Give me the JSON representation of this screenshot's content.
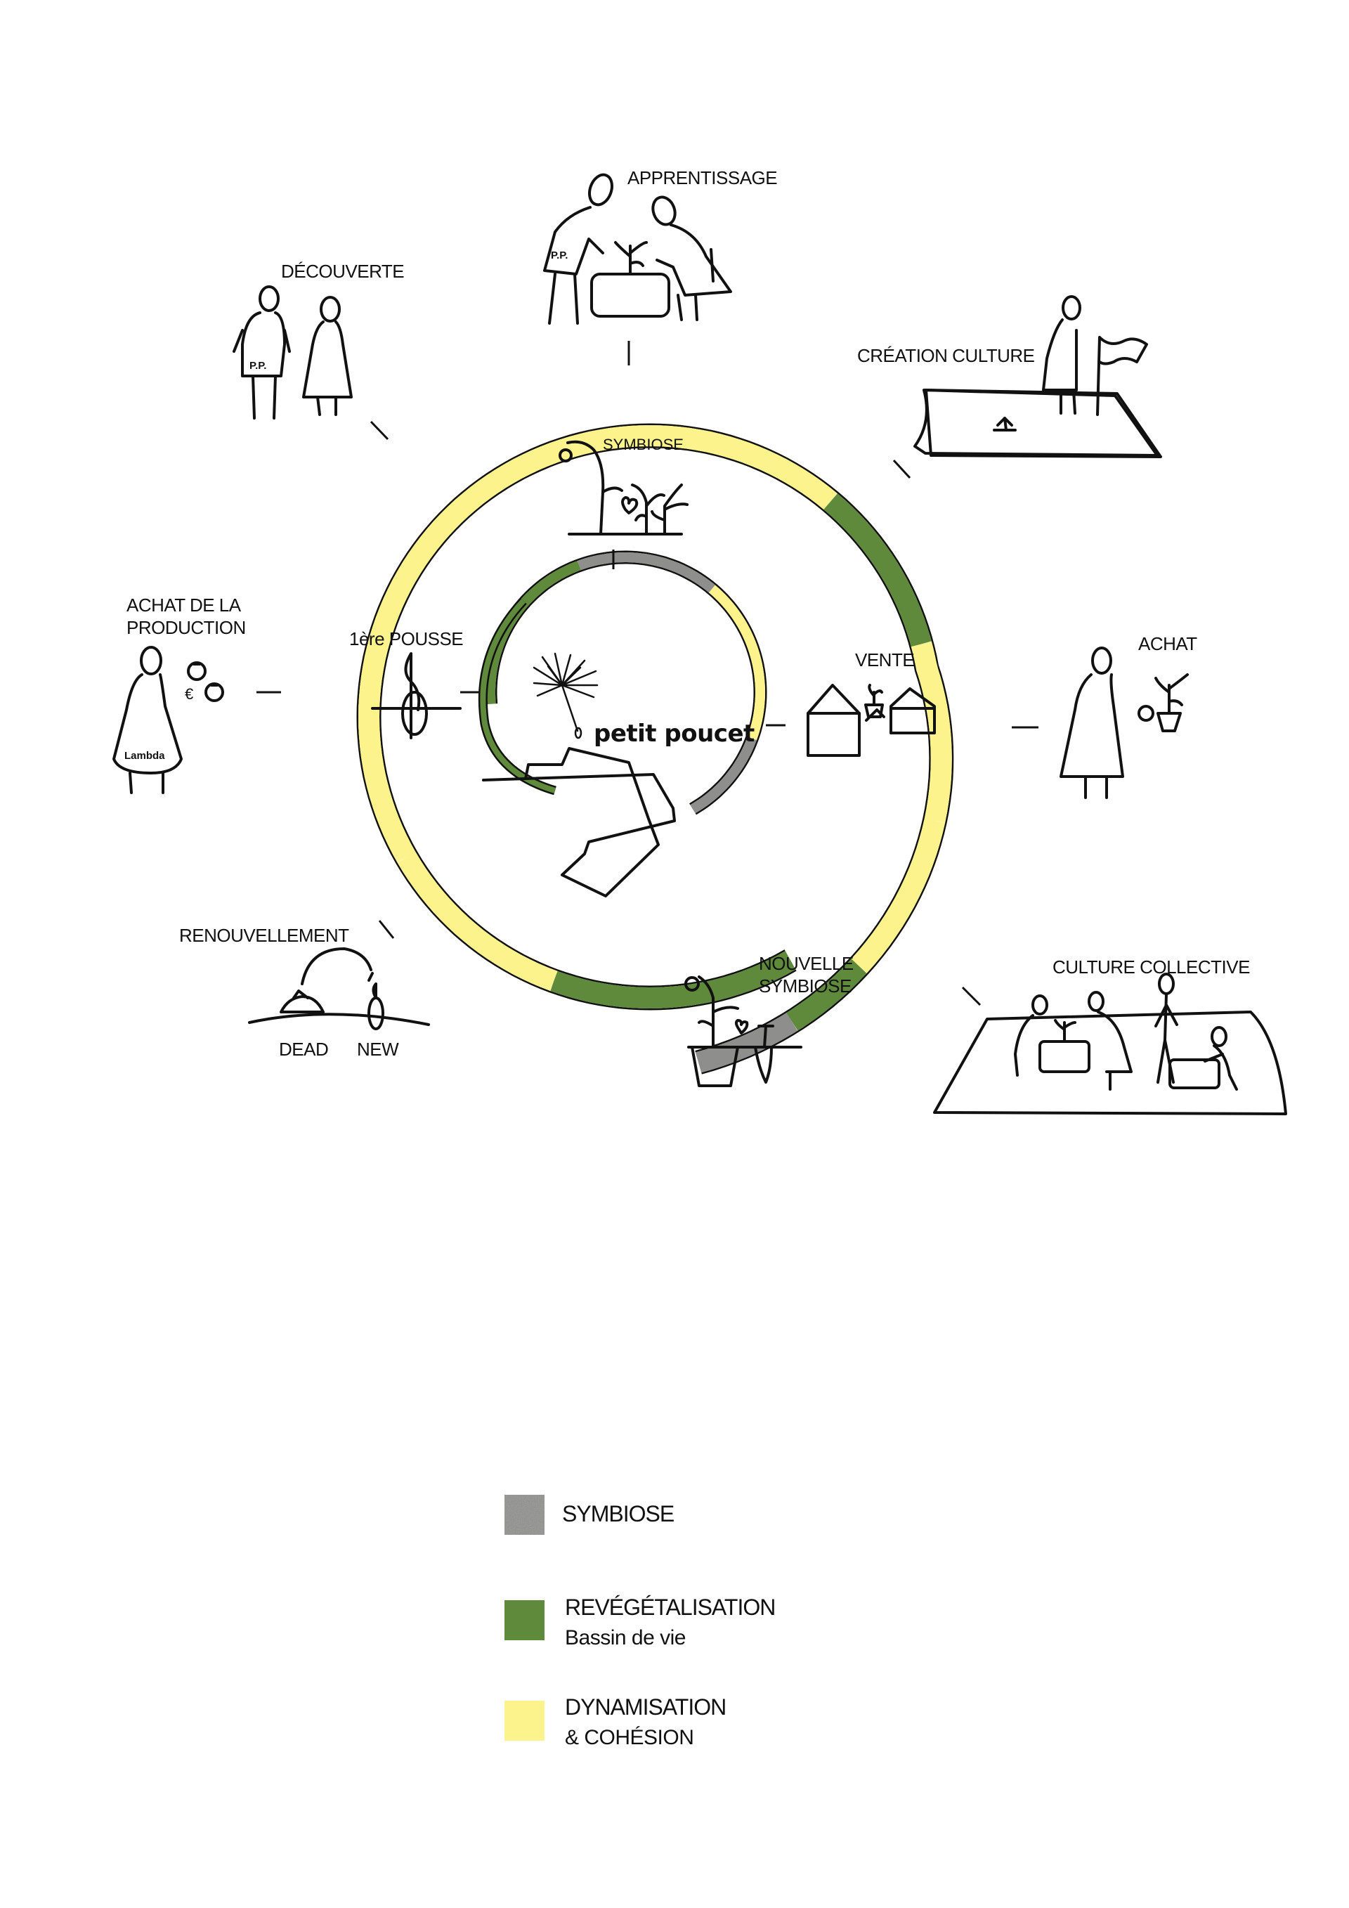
{
  "labels": {
    "apprentissage": "APPRENTISSAGE",
    "decouverte": "DÉCOUVERTE",
    "creation_culture": "CRÉATION CULTURE",
    "symbiose": "SYMBIOSE",
    "achat_production_1": "ACHAT DE LA",
    "achat_production_2": "PRODUCTION",
    "premiere_pousse": "1ère POUSSE",
    "vente": "VENTE",
    "achat": "ACHAT",
    "renouvellement": "RENOUVELLEMENT",
    "dead": "DEAD",
    "new": "NEW",
    "nouvelle_symbiose_1": "NOUVELLE",
    "nouvelle_symbiose_2": "SYMBIOSE",
    "culture_collective": "CULTURE COLLECTIVE"
  },
  "figure_tags": {
    "pp": "P.P.",
    "lambda": "Lambda",
    "euro": "€"
  },
  "logo": "petit poucet",
  "legend": [
    {
      "title": "SYMBIOSE",
      "subtitle": "",
      "color": "#8e8e8c"
    },
    {
      "title": "REVÉGÉTALISATION",
      "subtitle": "Bassin de vie",
      "color": "#5f8a3c"
    },
    {
      "title": "DYNAMISATION",
      "subtitle": "& COHÉSION",
      "color": "#fdf38c"
    }
  ],
  "colors": {
    "symbiose": "#8e8e8c",
    "revegetalisation": "#5f8a3c",
    "dynamisation": "#fdf38c",
    "ink": "#111111"
  }
}
